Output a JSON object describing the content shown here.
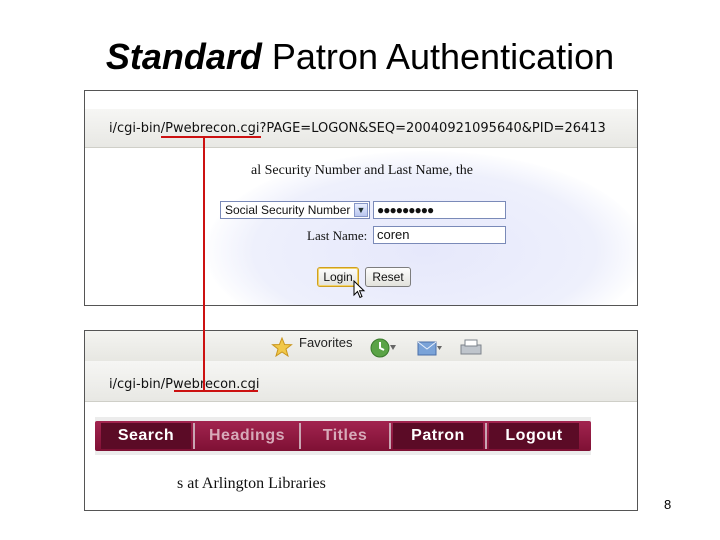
{
  "slide": {
    "title_emphasis": "Standard",
    "title_rest": " Patron Authentication",
    "page_number": "8"
  },
  "screenshot_login": {
    "url": "i/cgi-bin/Pwebrecon.cgi?PAGE=LOGON&SEQ=20040921095640&PID=26413",
    "url_highlight": "Pwebrecon.cgi",
    "instruction": "al Security Number and Last Name, the",
    "id_type_select": "Social Security Number",
    "ssn_value": "●●●●●●●●●",
    "last_name_label": "Last Name:",
    "last_name_value": "coren",
    "login_button": "Login",
    "reset_button": "Reset"
  },
  "screenshot_nav": {
    "favorites_label": "Favorites",
    "url": "i/cgi-bin/Pwebrecon.cgi",
    "nav_items": [
      "Search",
      "Headings",
      "Titles",
      "Patron",
      "Logout"
    ],
    "footer_text": "s at Arlington Libraries"
  },
  "colors": {
    "nav_background": "#8e1a41",
    "annotation_line": "#cc1111",
    "form_glow": "#e6e8fb"
  }
}
